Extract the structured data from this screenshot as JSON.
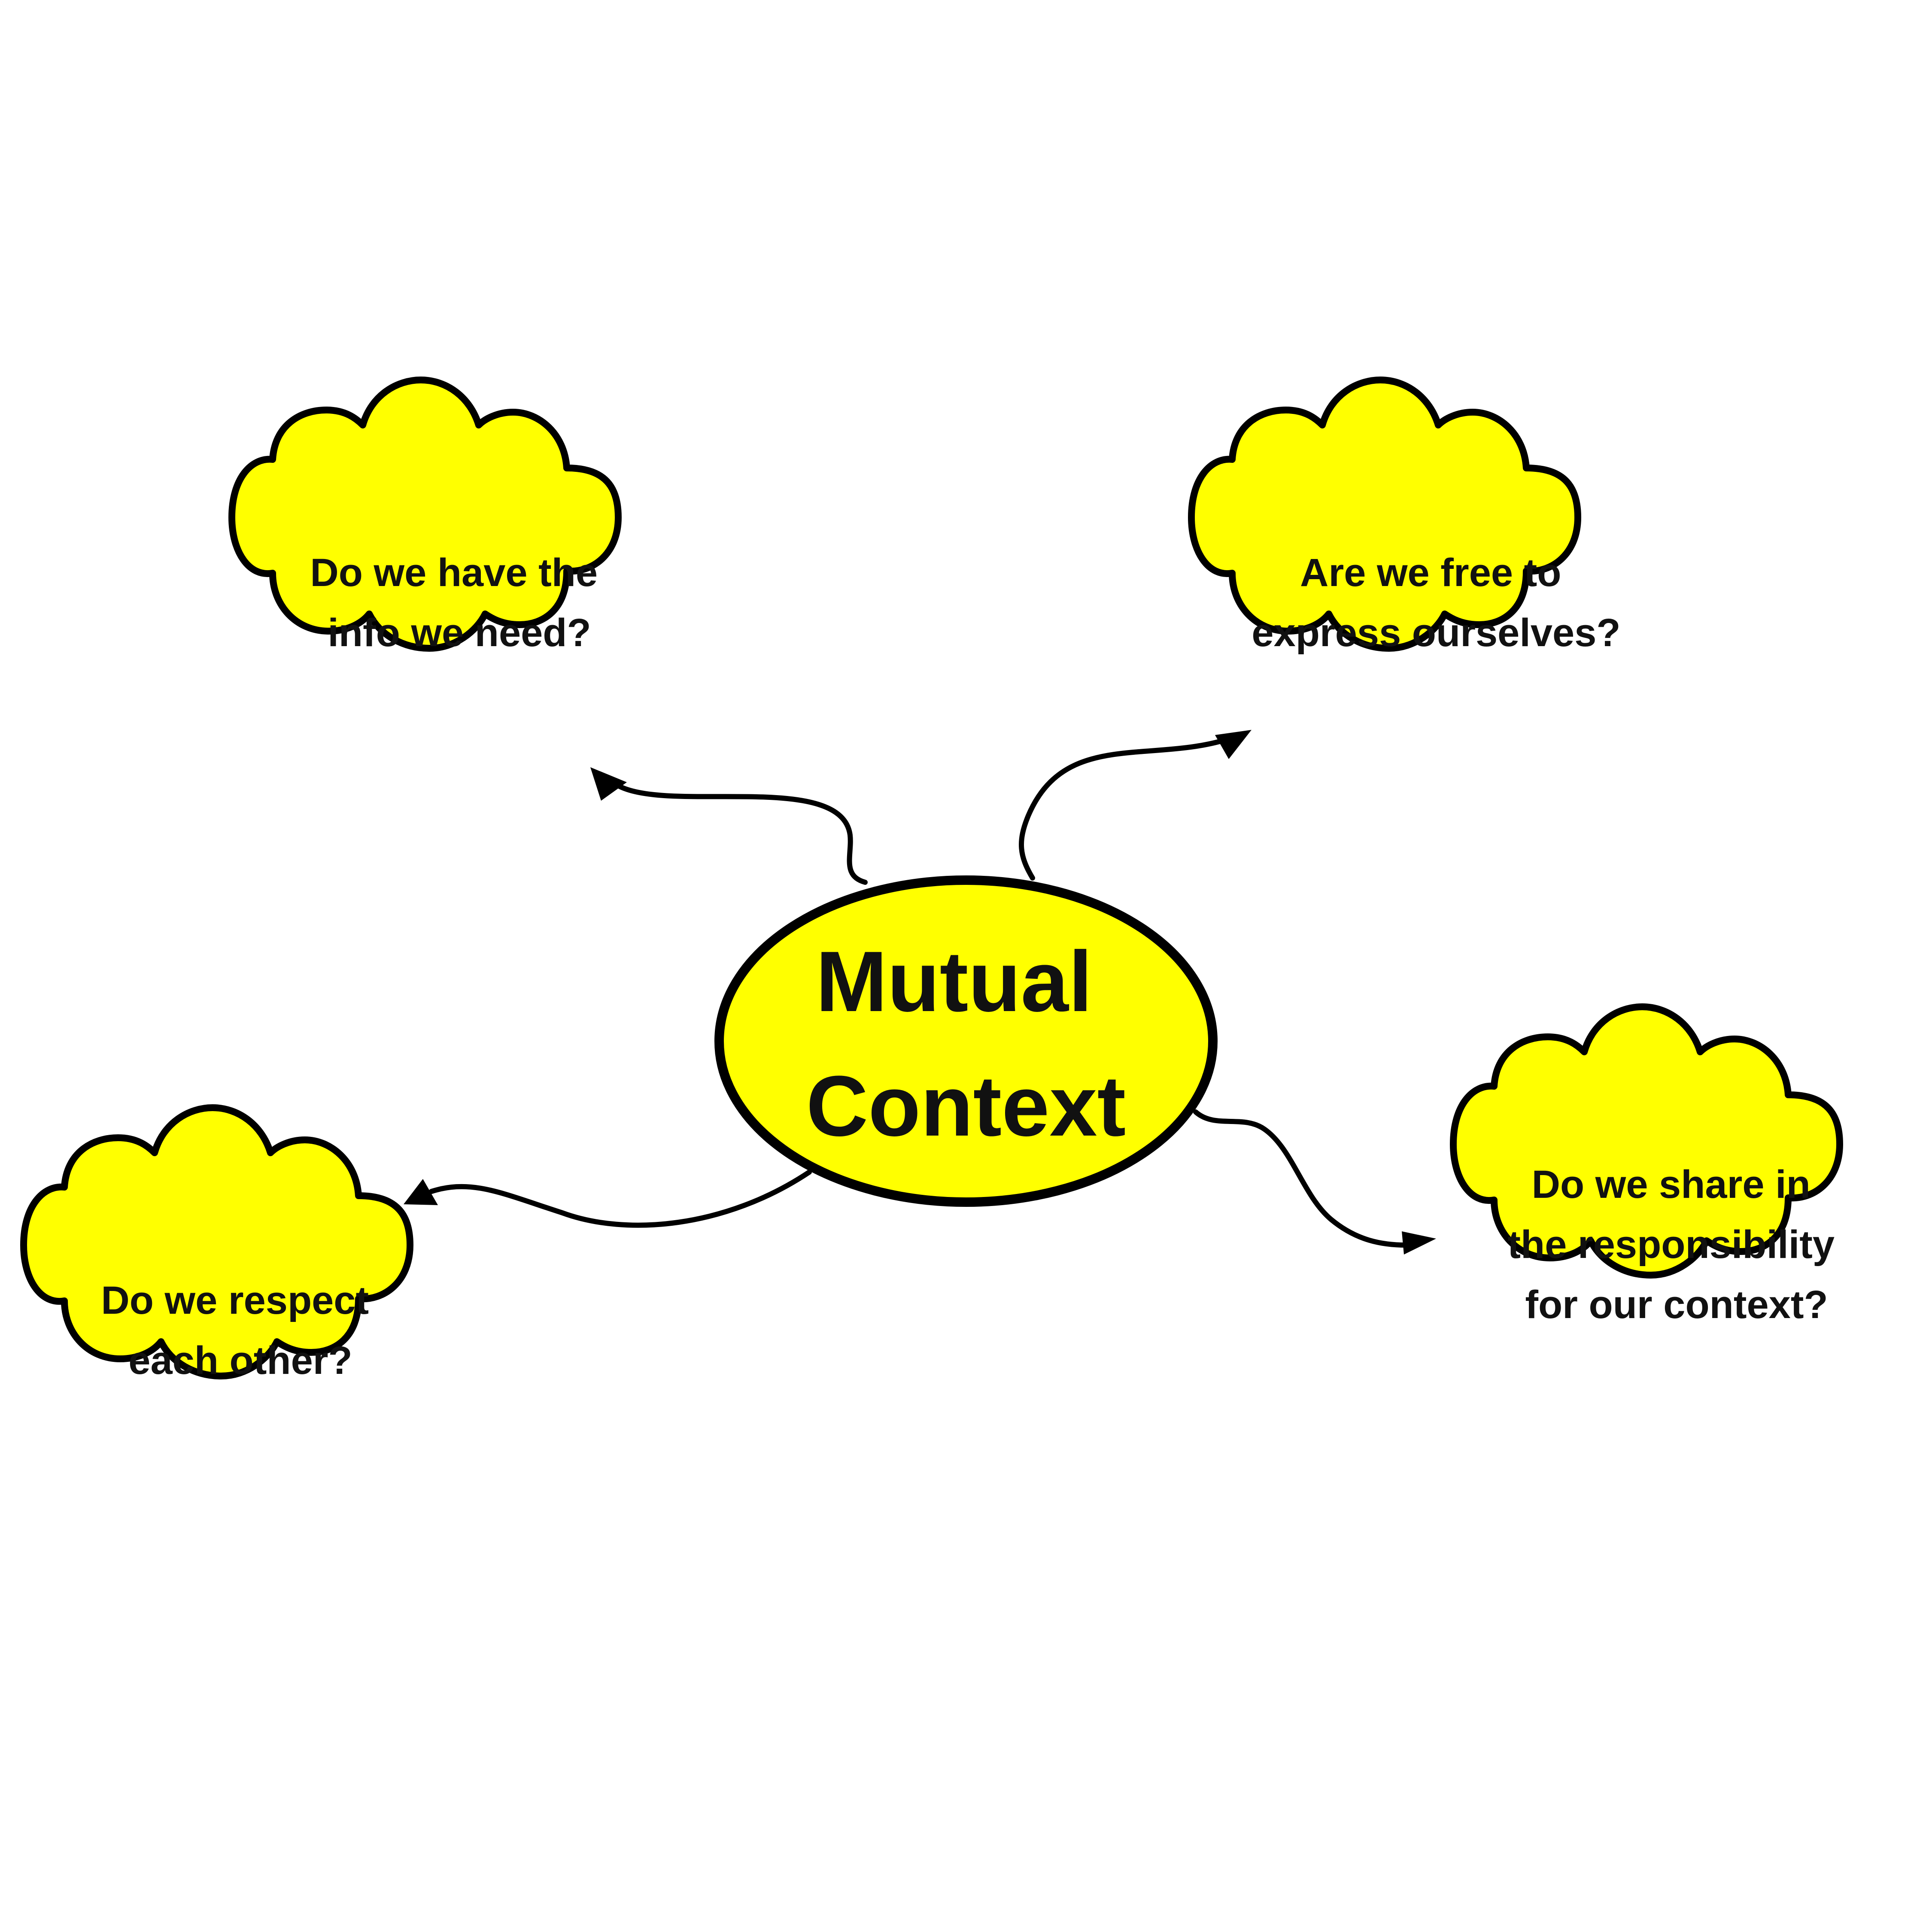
{
  "colors": {
    "node_fill": "#ffff00",
    "outline": "#000000",
    "text": "#111111",
    "background": "#ffffff"
  },
  "center": {
    "line1": "Mutual",
    "line2": "Context"
  },
  "clouds": [
    {
      "id": "info",
      "line1": "Do we have the",
      "line2": "info we need?"
    },
    {
      "id": "free",
      "line1": "Are we free to",
      "line2": "express ourselves?"
    },
    {
      "id": "respect",
      "line1": "Do we respect",
      "line2": "each other?"
    },
    {
      "id": "responsibility",
      "line1": "Do we share in",
      "line2": "the responsibility",
      "line3": "for our context?"
    }
  ]
}
